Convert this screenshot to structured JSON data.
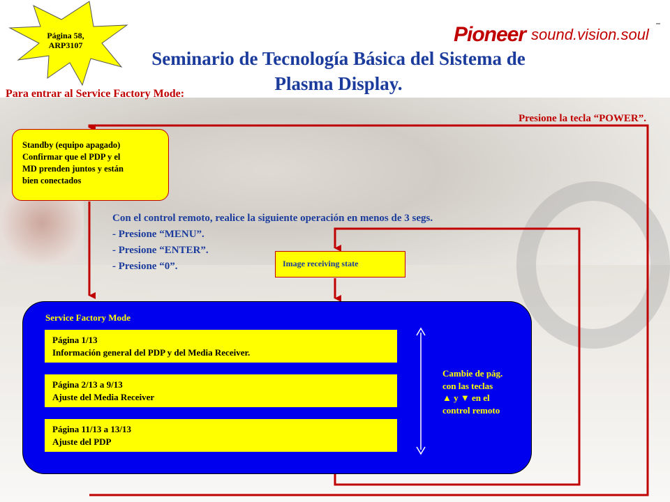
{
  "header": {
    "badge_line1": "Página 58,",
    "badge_line2": "ARP3107",
    "brand": "Pioneer",
    "tagline": "sound.vision.soul",
    "title_line1": "Seminario de Tecnología Básica del Sistema de",
    "title_line2": "Plasma Display.",
    "subtitle": "Para entrar al Service Factory Mode:"
  },
  "power_note": "Presione  la tecla “POWER”.",
  "standby": {
    "lines": [
      "Standby (equipo apagado)",
      "Confirmar que el PDP y el",
      "MD prenden juntos y están",
      "bien conectados"
    ]
  },
  "instructions": [
    "Con el control remoto, realice la siguiente operación en menos de 3 segs.",
    "- Presione “MENU”.",
    "- Presione “ENTER”.",
    "- Presione “0”."
  ],
  "image_state": "Image receiving state",
  "service_mode": {
    "title": "Service Factory Mode",
    "pages": [
      {
        "page": "Página 1/13",
        "desc": "Información general del PDP y del Media Receiver."
      },
      {
        "page": "Página 2/13 a 9/13",
        "desc": "Ajuste del Media Receiver"
      },
      {
        "page": "Página 11/13 a 13/13",
        "desc": "Ajuste del PDP"
      }
    ],
    "nav_note": [
      "Cambie de pág.",
      "con las teclas",
      "▲ y ▼ en el",
      "control remoto"
    ]
  },
  "colors": {
    "accent_red": "#c00000",
    "title_blue": "#1b3c9c",
    "box_yellow": "#ffff00",
    "panel_blue": "#0000ee"
  }
}
